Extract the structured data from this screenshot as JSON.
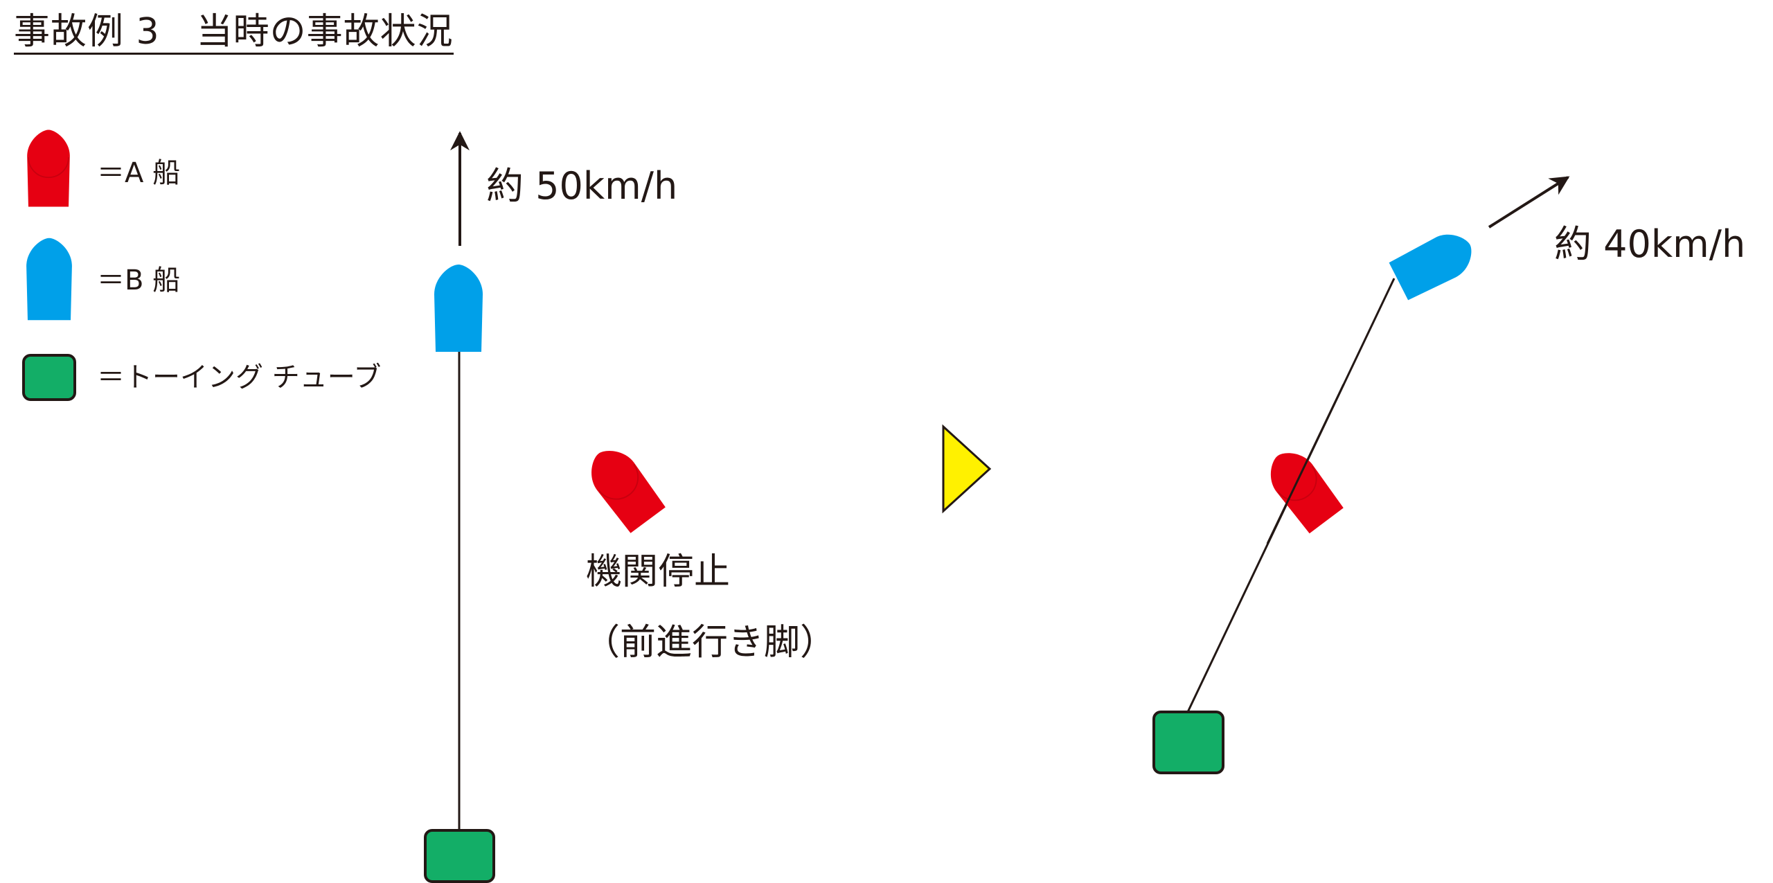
{
  "title": "事故例 3　当時の事故状況",
  "legend": {
    "a_ship": "＝A 船",
    "b_ship": "＝B 船",
    "towing_tube": "＝トーイング チューブ"
  },
  "scene_before": {
    "speed_label": "約 50km/h",
    "a_ship_state": "機関停止",
    "a_ship_state_detail": "（前進行き脚）"
  },
  "scene_after": {
    "speed_label": "約 40km/h"
  },
  "colors": {
    "a_ship": "#e60012",
    "b_ship": "#00a0e9",
    "towing_tube": "#13ae67",
    "marker": "#fff100",
    "line": "#231815"
  }
}
